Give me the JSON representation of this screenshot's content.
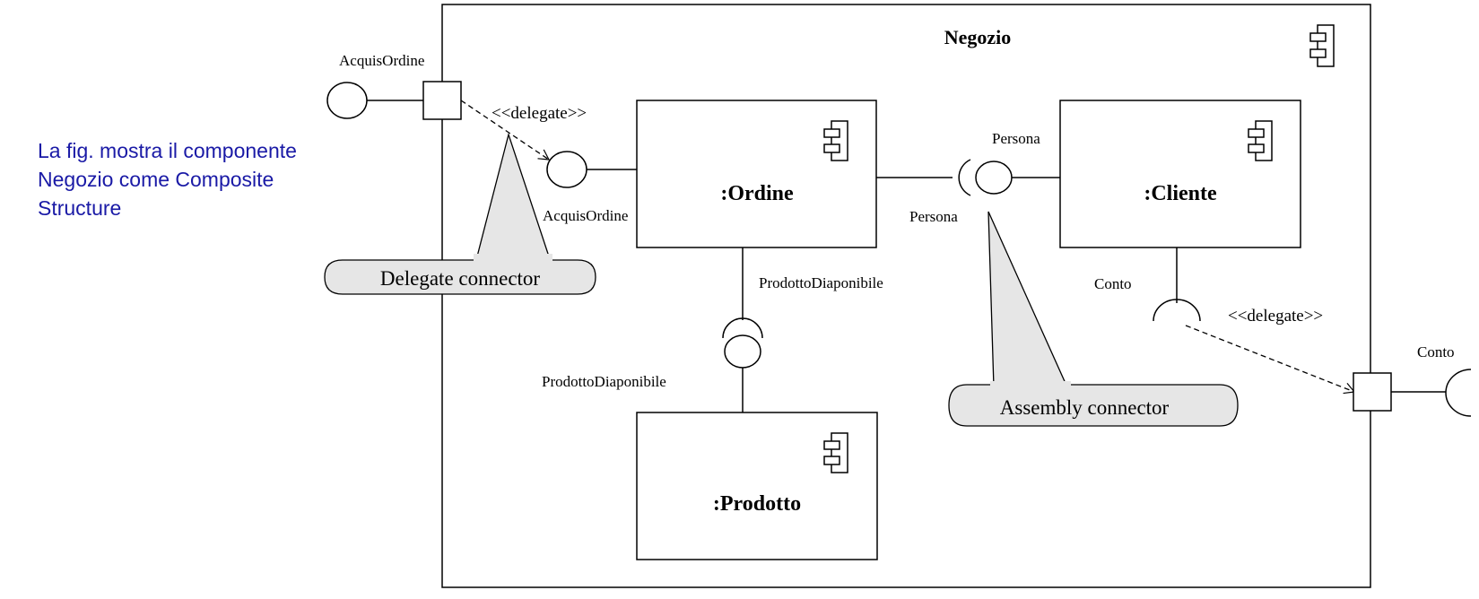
{
  "caption": {
    "lines": [
      "La fig. mostra il componente",
      "Negozio come Composite",
      "Structure"
    ]
  },
  "diagram": {
    "container_title": "Negozio",
    "components": {
      "ordine": ":Ordine",
      "cliente": ":Cliente",
      "prodotto": ":Prodotto"
    },
    "interface_labels": {
      "acquis_outer": "AcquisOrdine",
      "acquis_inner": "AcquisOrdine",
      "persona_top": "Persona",
      "persona_bottom": "Persona",
      "prodotto_right": "ProdottoDiaponibile",
      "prodotto_left": "ProdottoDiaponibile",
      "conto_inner": "Conto",
      "conto_outer": "Conto"
    },
    "stereotypes": {
      "delegate_left": "<<delegate>>",
      "delegate_right": "<<delegate>>"
    },
    "callouts": {
      "delegate": "Delegate connector",
      "assembly": "Assembly connector"
    },
    "colors": {
      "caption_text": "#1a1aa6",
      "callout_fill": "#e6e6e6",
      "line": "#000000"
    }
  }
}
